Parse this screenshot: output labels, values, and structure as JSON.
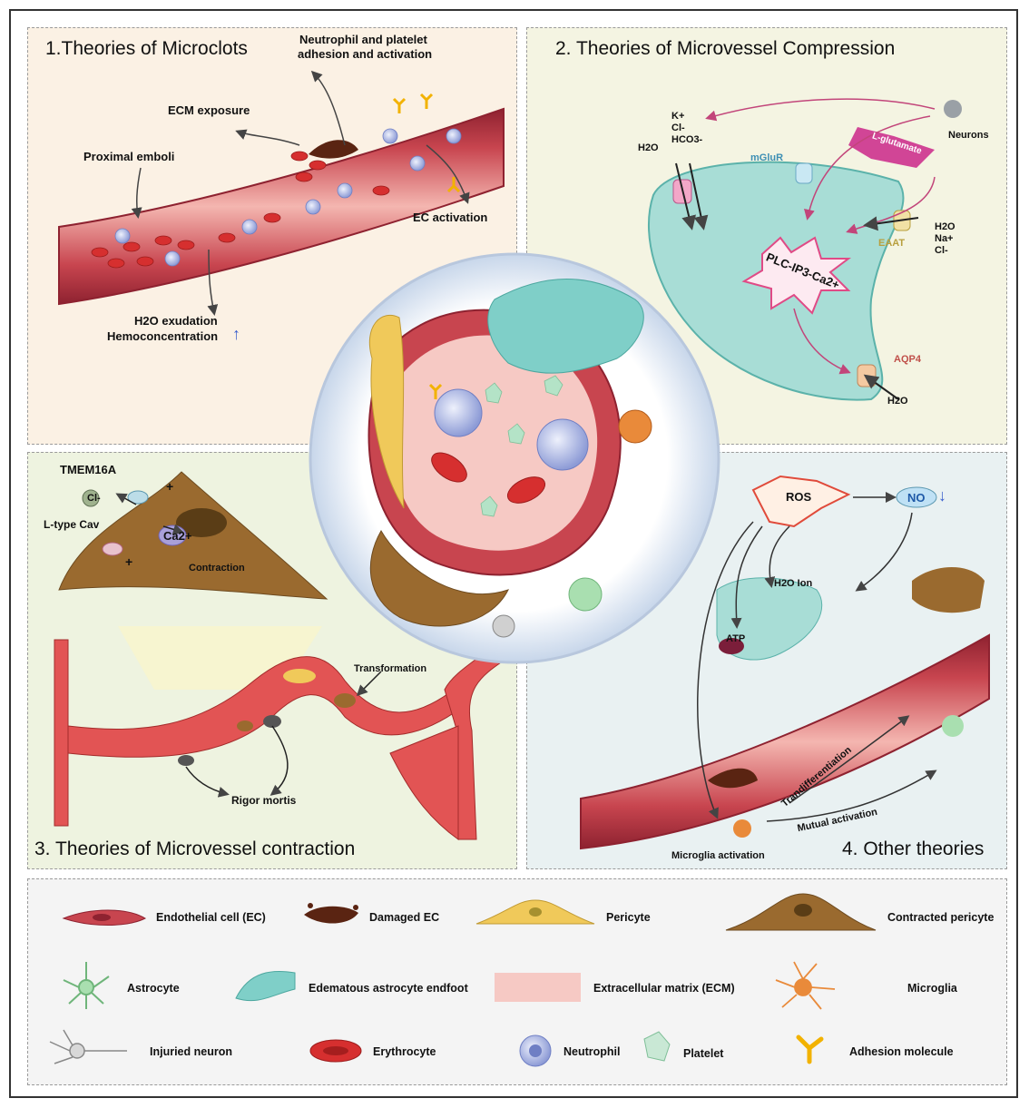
{
  "panels": {
    "p1": {
      "title": "1.Theories of Microclots",
      "labels": {
        "neutrophil_platelet_1": "Neutrophil and platelet",
        "neutrophil_platelet_2": "adhesion and activation",
        "ecm_exposure": "ECM exposure",
        "proximal_emboli": "Proximal emboli",
        "ec_activation": "EC activation",
        "h2o_exudation": "H2O exudation",
        "hemoconcentration": "Hemoconcentration"
      }
    },
    "p2": {
      "title": "2. Theories of Microvessel Compression",
      "labels": {
        "ions_left": "K+\nCl-\nHCO3-",
        "h2o_left": "H2O",
        "mglur": "mGluR",
        "neurons": "Neurons",
        "l_glutamate": "L-glutamate",
        "eaat": "EAAT",
        "ions_right": "H2O\nNa+\nCl-",
        "plc": "PLC-IP3-Ca2+",
        "aqp4": "AQP4",
        "h2o_bottom": "H2O"
      }
    },
    "p3": {
      "title": "3. Theories of Microvessel contraction",
      "labels": {
        "tmem16a": "TMEM16A",
        "cl": "Cl-",
        "l_type_ca": "L-type Cav",
        "ca2": "Ca2+",
        "contraction": "Contraction",
        "transformation": "Transformation",
        "rigor_mortis": "Rigor mortis",
        "plus_top": "+",
        "plus_bottom": "+"
      }
    },
    "p4": {
      "title": "4. Other theories",
      "labels": {
        "ros": "ROS",
        "no": "NO",
        "h2o_ion": "H2O  Ion",
        "atp": "ATP",
        "trandifferentiation": "Trandifferentiation",
        "mutual_activation": "Mutual activation",
        "microglia_activation": "Microglia activation"
      }
    }
  },
  "legend": [
    {
      "label": "Endothelial cell (EC)",
      "icon": "endothelial-cell-icon"
    },
    {
      "label": "Damaged EC",
      "icon": "damaged-ec-icon"
    },
    {
      "label": "Pericyte",
      "icon": "pericyte-icon"
    },
    {
      "label": "Contracted pericyte",
      "icon": "contracted-pericyte-icon"
    },
    {
      "label": "Astrocyte",
      "icon": "astrocyte-icon"
    },
    {
      "label": "Edematous astrocyte endfoot",
      "icon": "astrocyte-endfoot-icon"
    },
    {
      "label": "Extracellular matrix (ECM)",
      "icon": "ecm-icon"
    },
    {
      "label": "Microglia",
      "icon": "microglia-icon"
    },
    {
      "label": "Injuried neuron",
      "icon": "injured-neuron-icon"
    },
    {
      "label": "Erythrocyte",
      "icon": "erythrocyte-icon"
    },
    {
      "label": "Neutrophil",
      "icon": "neutrophil-icon"
    },
    {
      "label": "Platelet",
      "icon": "platelet-icon"
    },
    {
      "label": "Adhesion molecule",
      "icon": "adhesion-molecule-icon"
    }
  ],
  "colors": {
    "vessel": "#c8454f",
    "vessel_dark": "#8e2230",
    "ecm": "#f6c9c4",
    "pericyte": "#f0c95a",
    "contracted": "#9a6a2f",
    "astro_endfoot": "#7fcfc8",
    "astrocyte": "#a9dfb0",
    "microglia": "#e98a3a",
    "neutrophil": "#b8c4ec",
    "erythrocyte": "#d62f2f",
    "adhesion": "#f2b200",
    "arrow": "#444444"
  }
}
